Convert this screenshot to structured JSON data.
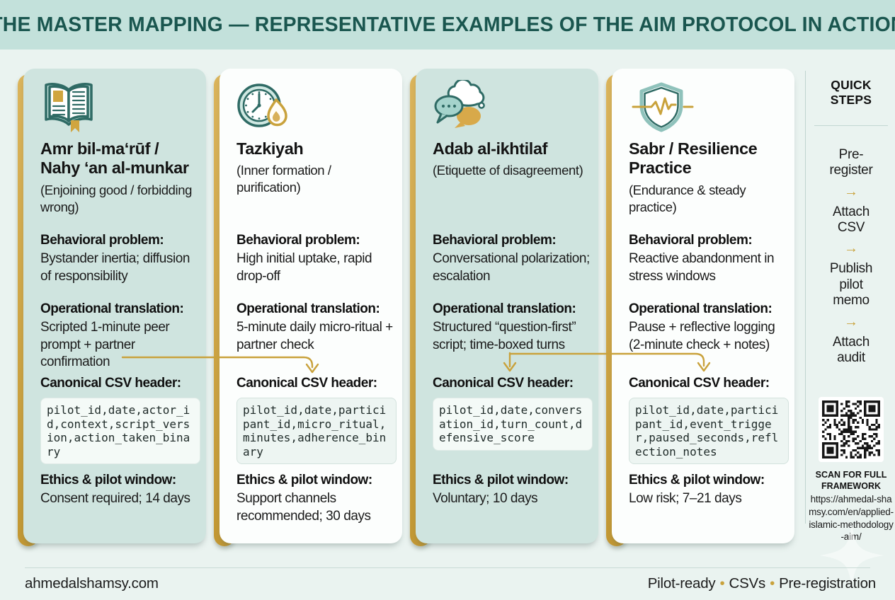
{
  "colors": {
    "header_bg": "#c3e1db",
    "page_bg": "#eaf3f0",
    "title_teal": "#1a564f",
    "accent_gold": "#c9a23c",
    "mint_card": "#cfe4df",
    "white_card": "#fcfefd",
    "icon_teal": "#2f6b65",
    "text": "#1b1b1b"
  },
  "header": {
    "title": "THE MASTER MAPPING — REPRESENTATIVE EXAMPLES OF THE AIM PROTOCOL IN ACTION"
  },
  "labels": {
    "behavioral": "Behavioral problem:",
    "operational": "Operational translation:",
    "csv": "Canonical CSV header:",
    "ethics": "Ethics & pilot window:"
  },
  "cards": [
    {
      "icon": "open-book-icon",
      "title": "Amr bil-ma‘rūf / Nahy ‘an al-munkar",
      "subtitle": "(Enjoining good / forbidding wrong)",
      "behavioral": "Bystander inertia; diffusion of responsibility",
      "operational": "Scripted 1-minute peer prompt + partner confirmation",
      "csv": "pilot_id,date,actor_id,context,script_version,action_taken_binary",
      "ethics": "Consent required; 14 days"
    },
    {
      "icon": "clock-flame-icon",
      "title": "Tazkiyah",
      "subtitle": "(Inner formation / purification)",
      "behavioral": "High initial uptake, rapid drop-off",
      "operational": "5-minute daily micro-ritual + partner check",
      "csv": "pilot_id,date,participant_id,micro_ritual,minutes,adherence_binary",
      "ethics": "Support channels recommended; 30 days"
    },
    {
      "icon": "speech-bubbles-icon",
      "title": "Adab al-ikhtilaf",
      "subtitle": "(Etiquette of disagreement)",
      "behavioral": "Conversational polarization; escalation",
      "operational": "Structured “question-first” script; time-boxed turns",
      "csv": "pilot_id,date,conversation_id,turn_count,defensive_score",
      "ethics": "Voluntary; 10 days"
    },
    {
      "icon": "shield-pulse-icon",
      "title": "Sabr / Resilience Practice",
      "subtitle": "(Endurance & steady practice)",
      "behavioral": "Reactive abandonment in stress windows",
      "operational": "Pause + reflective logging (2-minute check + notes)",
      "csv": "pilot_id,date,participant_id,event_trigger,paused_seconds,reflection_notes",
      "ethics": "Low risk; 7–21 days"
    }
  ],
  "quick_steps": {
    "heading": "QUICK STEPS",
    "arrow": "→",
    "steps": [
      "Pre-register",
      "Attach CSV",
      "Publish pilot memo",
      "Attach audit"
    ]
  },
  "qr": {
    "scan_label": "SCAN FOR FULL FRAMEWORK",
    "url": "https://ahmedal-shamsy.com/en/applied-islamic-methodology-aim/"
  },
  "footer": {
    "site": "ahmedalshamsy.com",
    "separator": "•",
    "tags": [
      "Pilot-ready",
      "CSVs",
      "Pre-registration"
    ]
  }
}
